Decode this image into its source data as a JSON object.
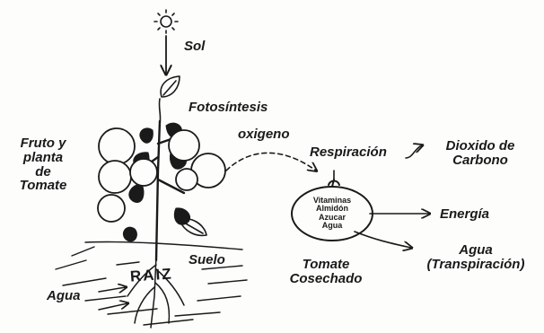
{
  "labels": {
    "sol": "Sol",
    "fotosintesis": "Fotosíntesis",
    "fruto_line1": "Fruto y",
    "fruto_line2": "planta",
    "fruto_line3": "de",
    "fruto_line4": "Tomate",
    "oxigeno": "oxigeno",
    "respiracion": "Respiración",
    "dioxido_line1": "Dioxido de",
    "dioxido_line2": "Carbono",
    "energia": "Energía",
    "agua_transp_line1": "Agua",
    "agua_transp_line2": "(Transpiración)",
    "suelo": "Suelo",
    "raiz": "RAIZ",
    "agua_root": "Agua",
    "tomate_cosechado_line1": "Tomate",
    "tomate_cosechado_line2": "Cosechado",
    "vitaminas": "Vitaminas",
    "almidon": "Almidón",
    "azucar": "Azucar",
    "agua_inner": "Agua"
  },
  "colors": {
    "ink": "#1a1a1a",
    "paper": "#fdfdfb"
  }
}
